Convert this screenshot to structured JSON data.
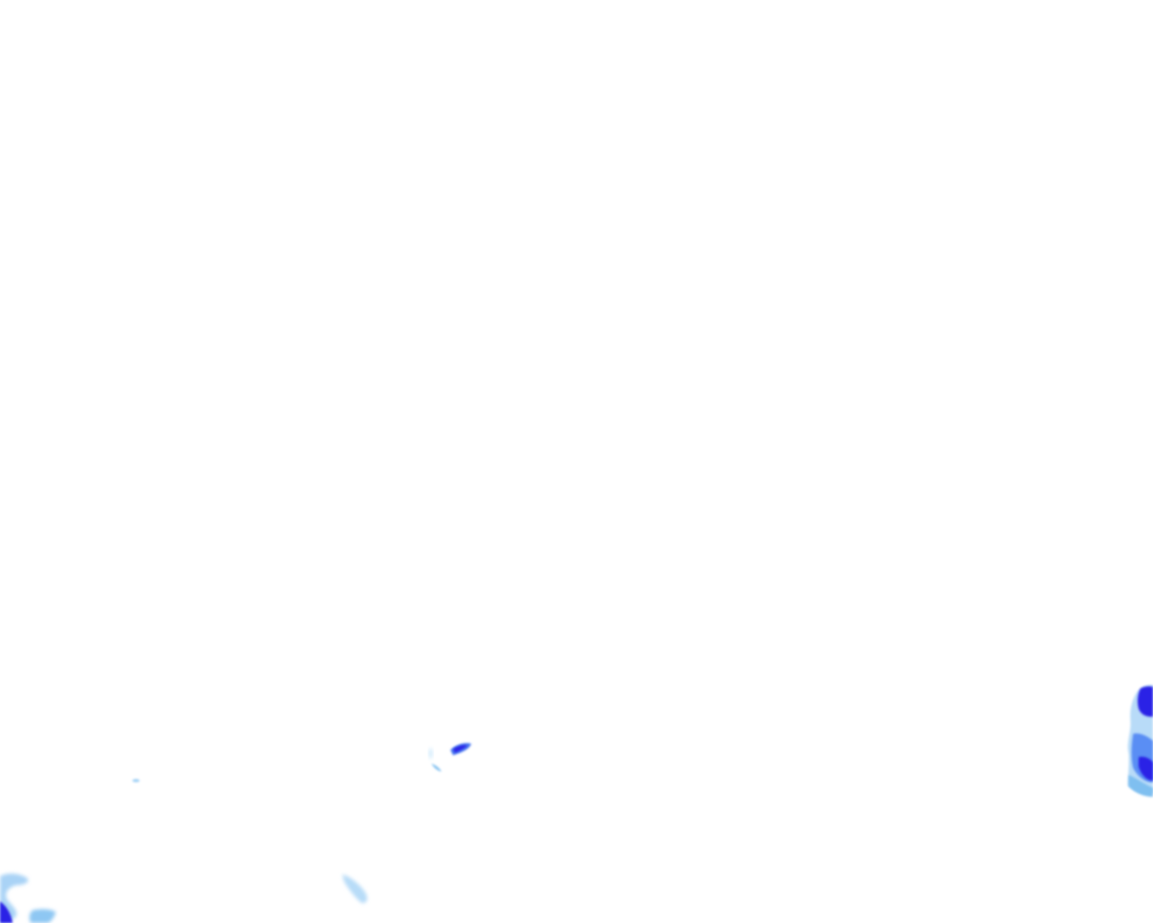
{
  "map": {
    "colors": {
      "background": "#ffffff",
      "light": "#c6e6fb",
      "medium": "#7fbff0",
      "strong": "#4a78f0",
      "intense": "#2a24e6"
    },
    "intensity_levels": [
      "light",
      "medium",
      "strong",
      "intense"
    ]
  }
}
